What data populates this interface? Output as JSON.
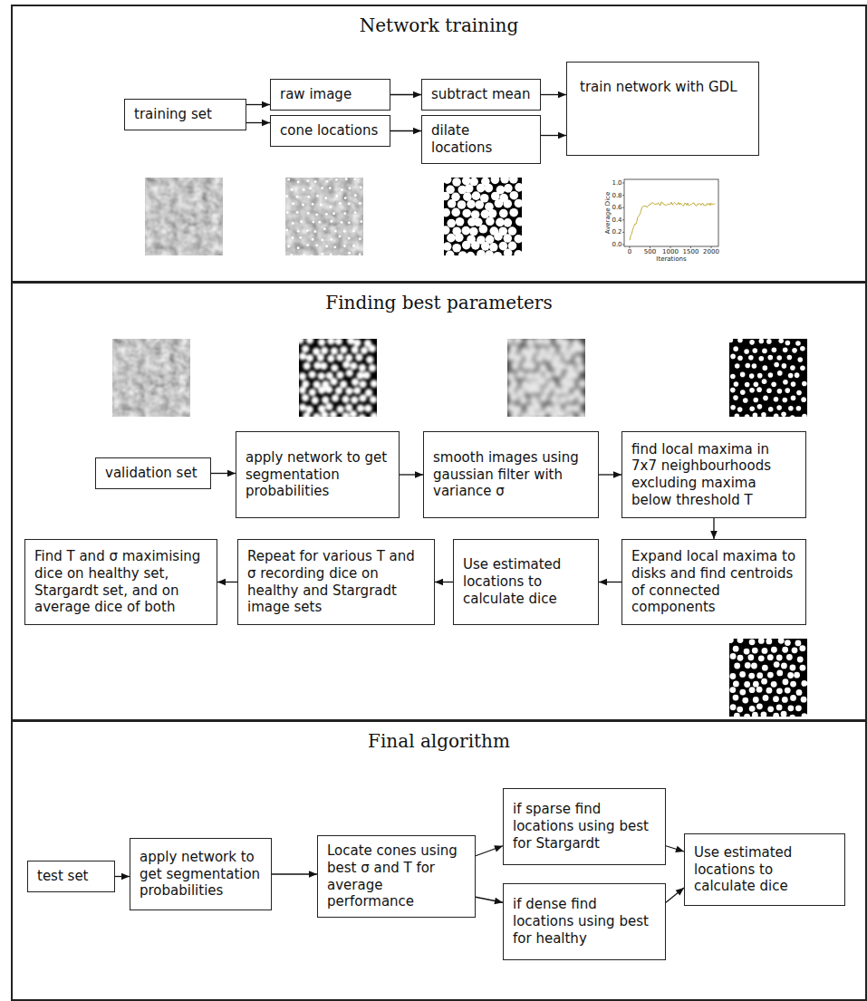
{
  "diagram": {
    "nodes": [
      {
        "text": [
          "Network training"
        ]
      },
      {
        "text": [
          "training set"
        ],
        "in": 0
      },
      {
        "text": [
          "raw image"
        ],
        "in": 0
      },
      {
        "text": [
          "cone locations"
        ],
        "in": 0
      },
      {
        "text": [
          "subtract mean"
        ],
        "in": 0
      },
      {
        "text": [
          "dilate locations"
        ],
        "in": 0
      },
      {
        "text": [
          "train network with GDL"
        ],
        "in": 0
      },
      {
        "text": [
          "Finding best parameters"
        ]
      },
      {
        "text": [
          "validation set"
        ],
        "in": 7
      },
      {
        "text": [
          "apply network to get segmentation probabilities"
        ],
        "in": 7
      },
      {
        "text": [
          "smooth images using gaussian filter with variance σ"
        ],
        "in": 7
      },
      {
        "text": [
          "find local maxima in 7x7 neighbourhoods excluding maxima below threshold T"
        ],
        "in": 7
      },
      {
        "text": [
          "Expand local maxima to disks and find centroids of connected components"
        ],
        "in": 7
      },
      {
        "text": [
          "Use estimated locations to calculate dice"
        ],
        "in": 7
      },
      {
        "text": [
          "Repeat for various T and σ recording dice on healthy and Stargradt image sets"
        ],
        "in": 7
      },
      {
        "text": [
          "Find T and σ maximising dice on healthy set, Stargardt set, and on average dice of both"
        ],
        "in": 7
      },
      {
        "text": [
          "Final algorithm"
        ]
      },
      {
        "text": [
          "test set"
        ],
        "in": 16
      },
      {
        "text": [
          "apply network to get segmentation probabilities"
        ],
        "in": 16
      },
      {
        "text": [
          "Locate cones using best σ and T for average performance"
        ],
        "in": 16
      },
      {
        "text": [
          "if sparse find locations using best for Stargardt"
        ],
        "in": 16
      },
      {
        "text": [
          "if dense find locations using best for healthy"
        ],
        "in": 16
      },
      {
        "text": [
          "Use estimated locations to calculate dice"
        ],
        "in": 16
      }
    ],
    "edges": [
      {
        "from": 1,
        "to": 2,
        "arrow": "to"
      },
      {
        "from": 1,
        "to": 3,
        "arrow": "to"
      },
      {
        "from": 2,
        "to": 4,
        "arrow": "to"
      },
      {
        "from": 3,
        "to": 5,
        "arrow": "to"
      },
      {
        "from": 4,
        "to": 6,
        "arrow": "to"
      },
      {
        "from": 5,
        "to": 6,
        "arrow": "to"
      },
      {
        "from": 8,
        "to": 9,
        "arrow": "to"
      },
      {
        "from": 9,
        "to": 10,
        "arrow": "to"
      },
      {
        "from": 10,
        "to": 11,
        "arrow": "to"
      },
      {
        "from": 11,
        "to": 12,
        "arrow": "to"
      },
      {
        "from": 12,
        "to": 13,
        "arrow": "to"
      },
      {
        "from": 13,
        "to": 14,
        "arrow": "to"
      },
      {
        "from": 14,
        "to": 15,
        "arrow": "to"
      },
      {
        "from": 17,
        "to": 18,
        "arrow": "to"
      },
      {
        "from": 18,
        "to": 19,
        "arrow": "to"
      },
      {
        "from": 19,
        "to": 20,
        "arrow": "to"
      },
      {
        "from": 19,
        "to": 21,
        "arrow": "to"
      },
      {
        "from": 20,
        "to": 22,
        "arrow": "to"
      },
      {
        "from": 21,
        "to": 22,
        "arrow": "to"
      }
    ],
    "labels": [
      "0.0",
      "0.2",
      "0.4",
      "0.6",
      "0.8",
      "1.0",
      "0",
      "500",
      "1000",
      "1500",
      "2000",
      "Average Dice",
      "Iterations"
    ]
  }
}
